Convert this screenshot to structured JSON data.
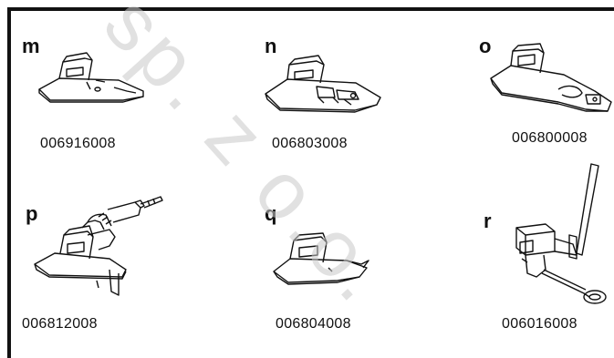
{
  "watermark": {
    "text": "sp. z o.o.",
    "color": "#c8c8c8"
  },
  "presser_feet": [
    {
      "letter": "m",
      "part_number": "006916008",
      "icon": "zigzag-foot-icon"
    },
    {
      "letter": "n",
      "part_number": "006803008",
      "icon": "overedge-foot-icon"
    },
    {
      "letter": "o",
      "part_number": "006800008",
      "icon": "rolled-hem-foot-icon"
    },
    {
      "letter": "p",
      "part_number": "006812008",
      "icon": "ruffler-foot-icon"
    },
    {
      "letter": "q",
      "part_number": "006804008",
      "icon": "zipper-foot-icon"
    },
    {
      "letter": "r",
      "part_number": "006016008",
      "icon": "darning-foot-icon"
    }
  ]
}
